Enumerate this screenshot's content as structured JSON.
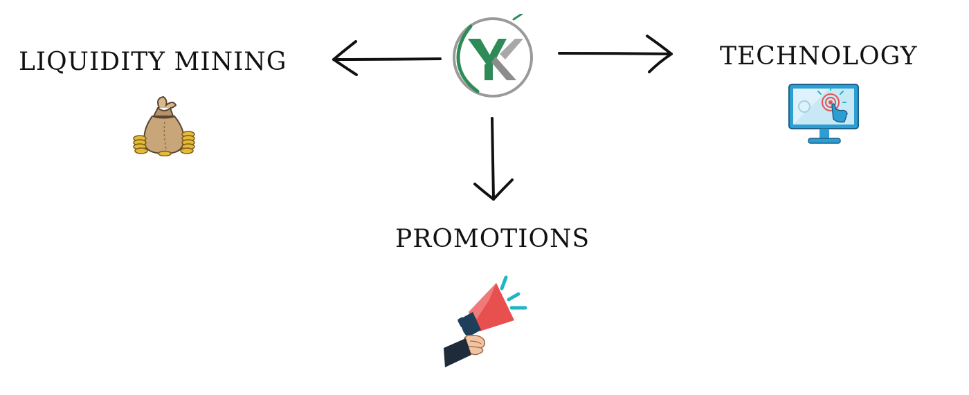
{
  "nodes": {
    "liquidity_mining": {
      "label": "LIQUIDITY MINING",
      "icon": "money-bag-icon"
    },
    "technology": {
      "label": "TECHNOLOGY",
      "icon": "monitor-touch-icon"
    },
    "promotions": {
      "label": "PROMOTIONS",
      "icon": "megaphone-icon"
    }
  },
  "center": {
    "icon": "yx-logo-icon"
  },
  "colors": {
    "logo_green": "#2e8b57",
    "logo_gray": "#9a9a9a",
    "arrow": "#111111",
    "megaphone_red": "#e84f4f",
    "megaphone_navy": "#1f3e5a",
    "accent_teal": "#1fb5c4",
    "monitor_blue": "#2b9fd3",
    "bag_tan": "#c8a67a",
    "coin_gold": "#e5b93a"
  }
}
